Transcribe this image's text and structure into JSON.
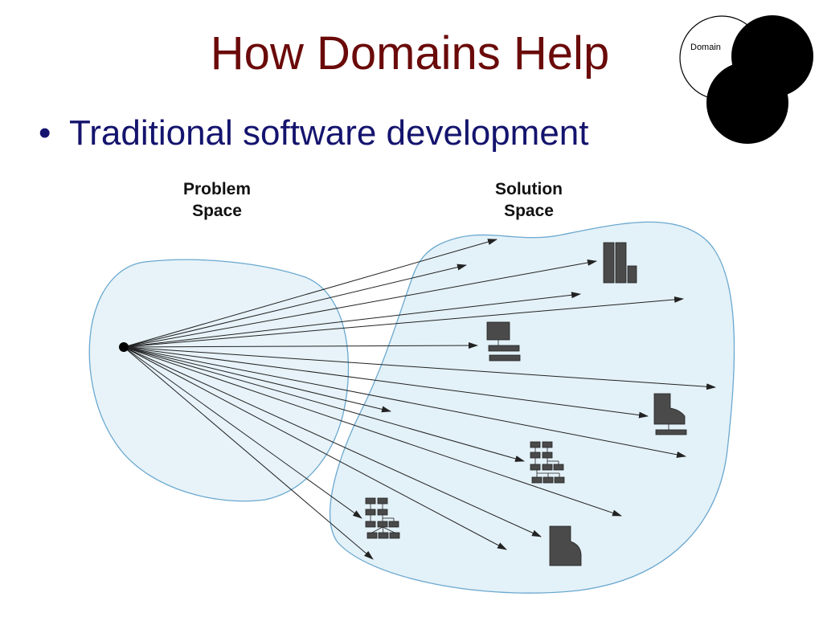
{
  "slide": {
    "title": "How Domains Help",
    "bullet_marker": "•",
    "bullet_text": "Traditional software development"
  },
  "logo": {
    "label": "Domain"
  },
  "diagram": {
    "problem_label_line1": "Problem",
    "problem_label_line2": "Space",
    "solution_label_line1": "Solution",
    "solution_label_line2": "Space",
    "region_fill": "#e3f1f8",
    "region_stroke": "#6aa8cf",
    "arrow_color": "#222222",
    "icon_color": "#4a4a4a"
  }
}
